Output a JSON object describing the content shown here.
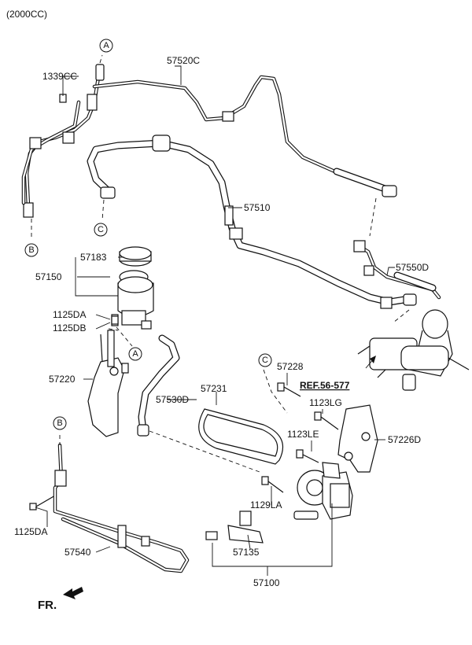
{
  "header": {
    "engine_note": "(2000CC)"
  },
  "part_labels": {
    "p57520C": "57520C",
    "p1339CC": "1339CC",
    "p57510": "57510",
    "p57550D": "57550D",
    "p57183": "57183",
    "p57150": "57150",
    "p1125DA_top": "1125DA",
    "p1125DB": "1125DB",
    "p57220": "57220",
    "p57530D": "57530D",
    "p57231": "57231",
    "p57228": "57228",
    "p1123LG": "1123LG",
    "p1123LE": "1123LE",
    "p57226D": "57226D",
    "p1129LA": "1129LA",
    "p1125DA_bottom": "1125DA",
    "p57540": "57540",
    "p57135": "57135",
    "p57100": "57100"
  },
  "reference": {
    "label": "REF.56-577"
  },
  "connectors": {
    "A_top": "A",
    "A_mid": "A",
    "B_left": "B",
    "B_low": "B",
    "C_left": "C",
    "C_mid": "C"
  },
  "direction": {
    "label": "FR."
  }
}
